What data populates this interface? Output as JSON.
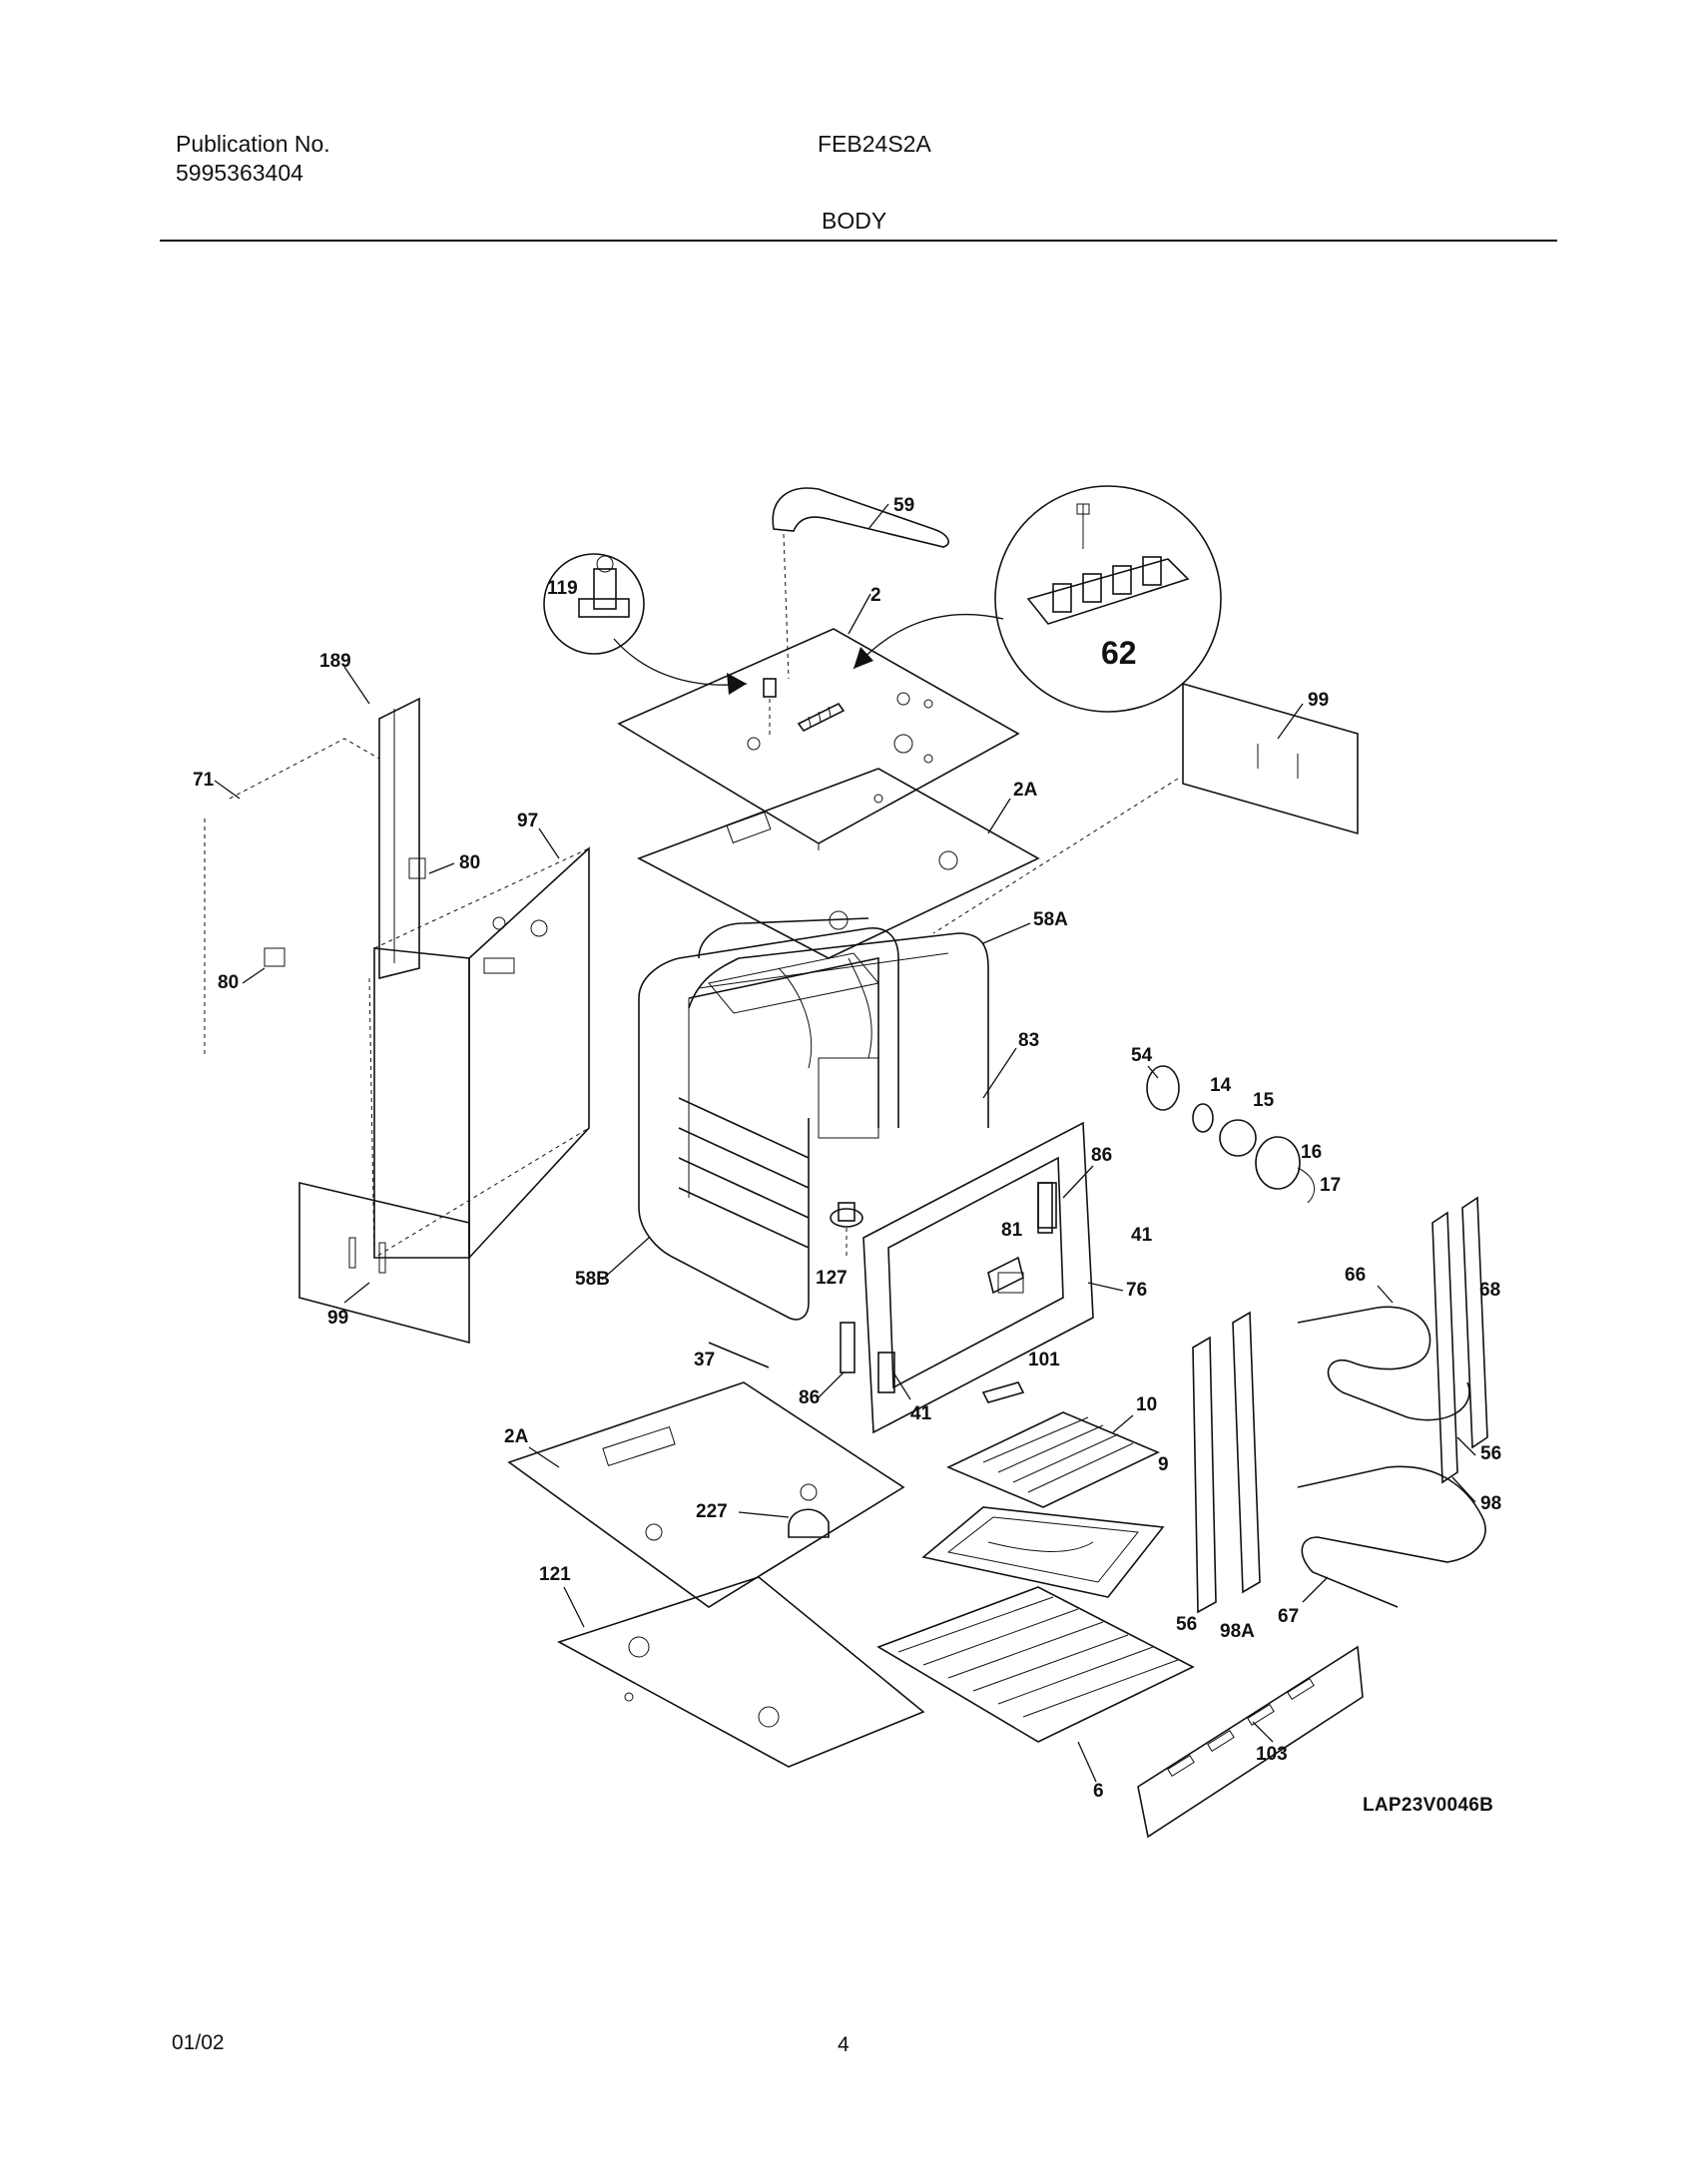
{
  "header": {
    "publication_label": "Publication No.",
    "publication_number": "5995363404",
    "model": "FEB24S2A",
    "section_title": "BODY"
  },
  "footer": {
    "date": "01/02",
    "page": "4"
  },
  "diagram": {
    "drawing_code": "LAP23V0046B",
    "callouts": [
      "59",
      "119",
      "2",
      "62",
      "189",
      "71",
      "99",
      "97",
      "80",
      "80",
      "2A",
      "58A",
      "83",
      "54",
      "14",
      "15",
      "86",
      "16",
      "17",
      "58B",
      "99",
      "127",
      "81",
      "41",
      "76",
      "66",
      "68",
      "37",
      "101",
      "86",
      "41",
      "10",
      "2A",
      "9",
      "227",
      "56",
      "98",
      "121",
      "56",
      "98A",
      "67",
      "6",
      "103"
    ]
  }
}
